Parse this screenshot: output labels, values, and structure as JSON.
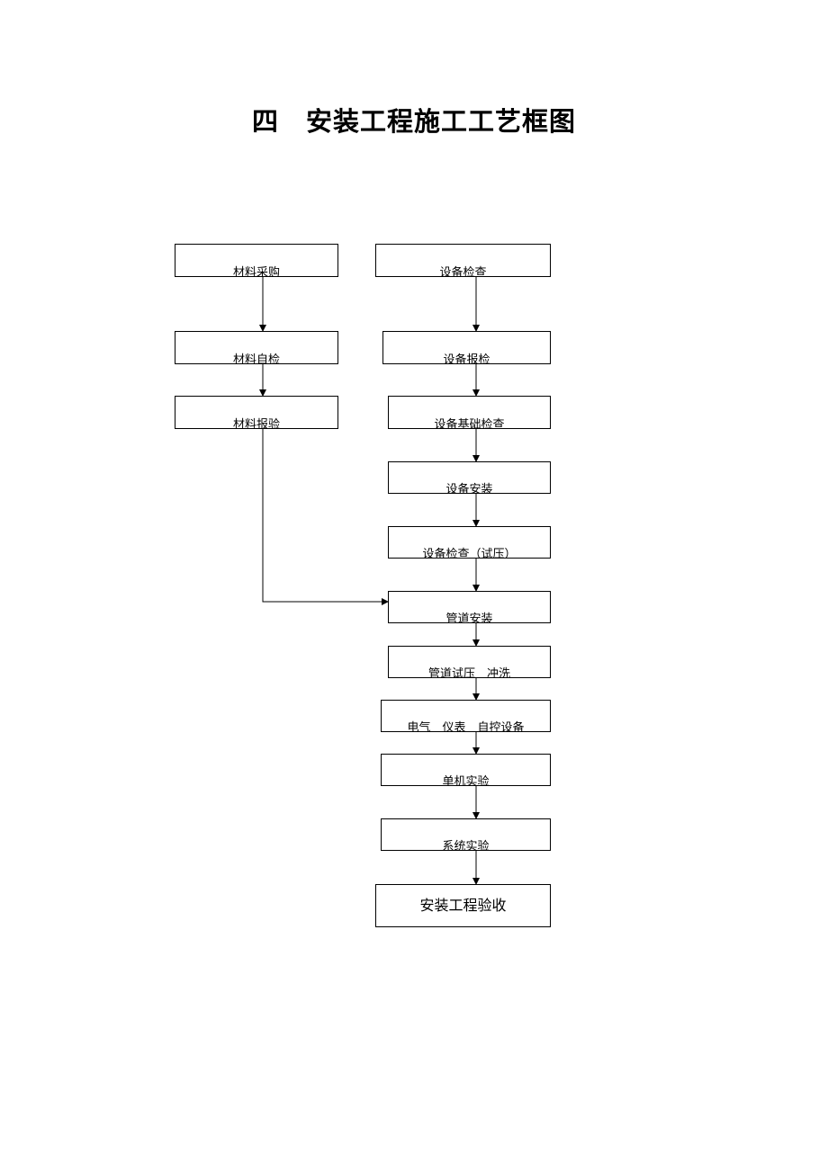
{
  "title": "四　安装工程施工工艺框图",
  "steps": {
    "material_purchase": "材料采购",
    "material_selfcheck": "材料自检",
    "material_report": "材料报验",
    "equipment_inspection": "设备检查",
    "equipment_report": "设备报检",
    "foundation_inspection": "设备基础检查",
    "equipment_install": "设备安装",
    "equipment_pressure_test": "设备检查（试压）",
    "pipe_install": "管道安装",
    "pipe_test_flush": "管道试压　冲洗",
    "electrical_instrument": "电气　仪表　自控设备",
    "single_machine_test": "单机实验",
    "system_test": "系统实验",
    "acceptance": "安装工程验收"
  }
}
